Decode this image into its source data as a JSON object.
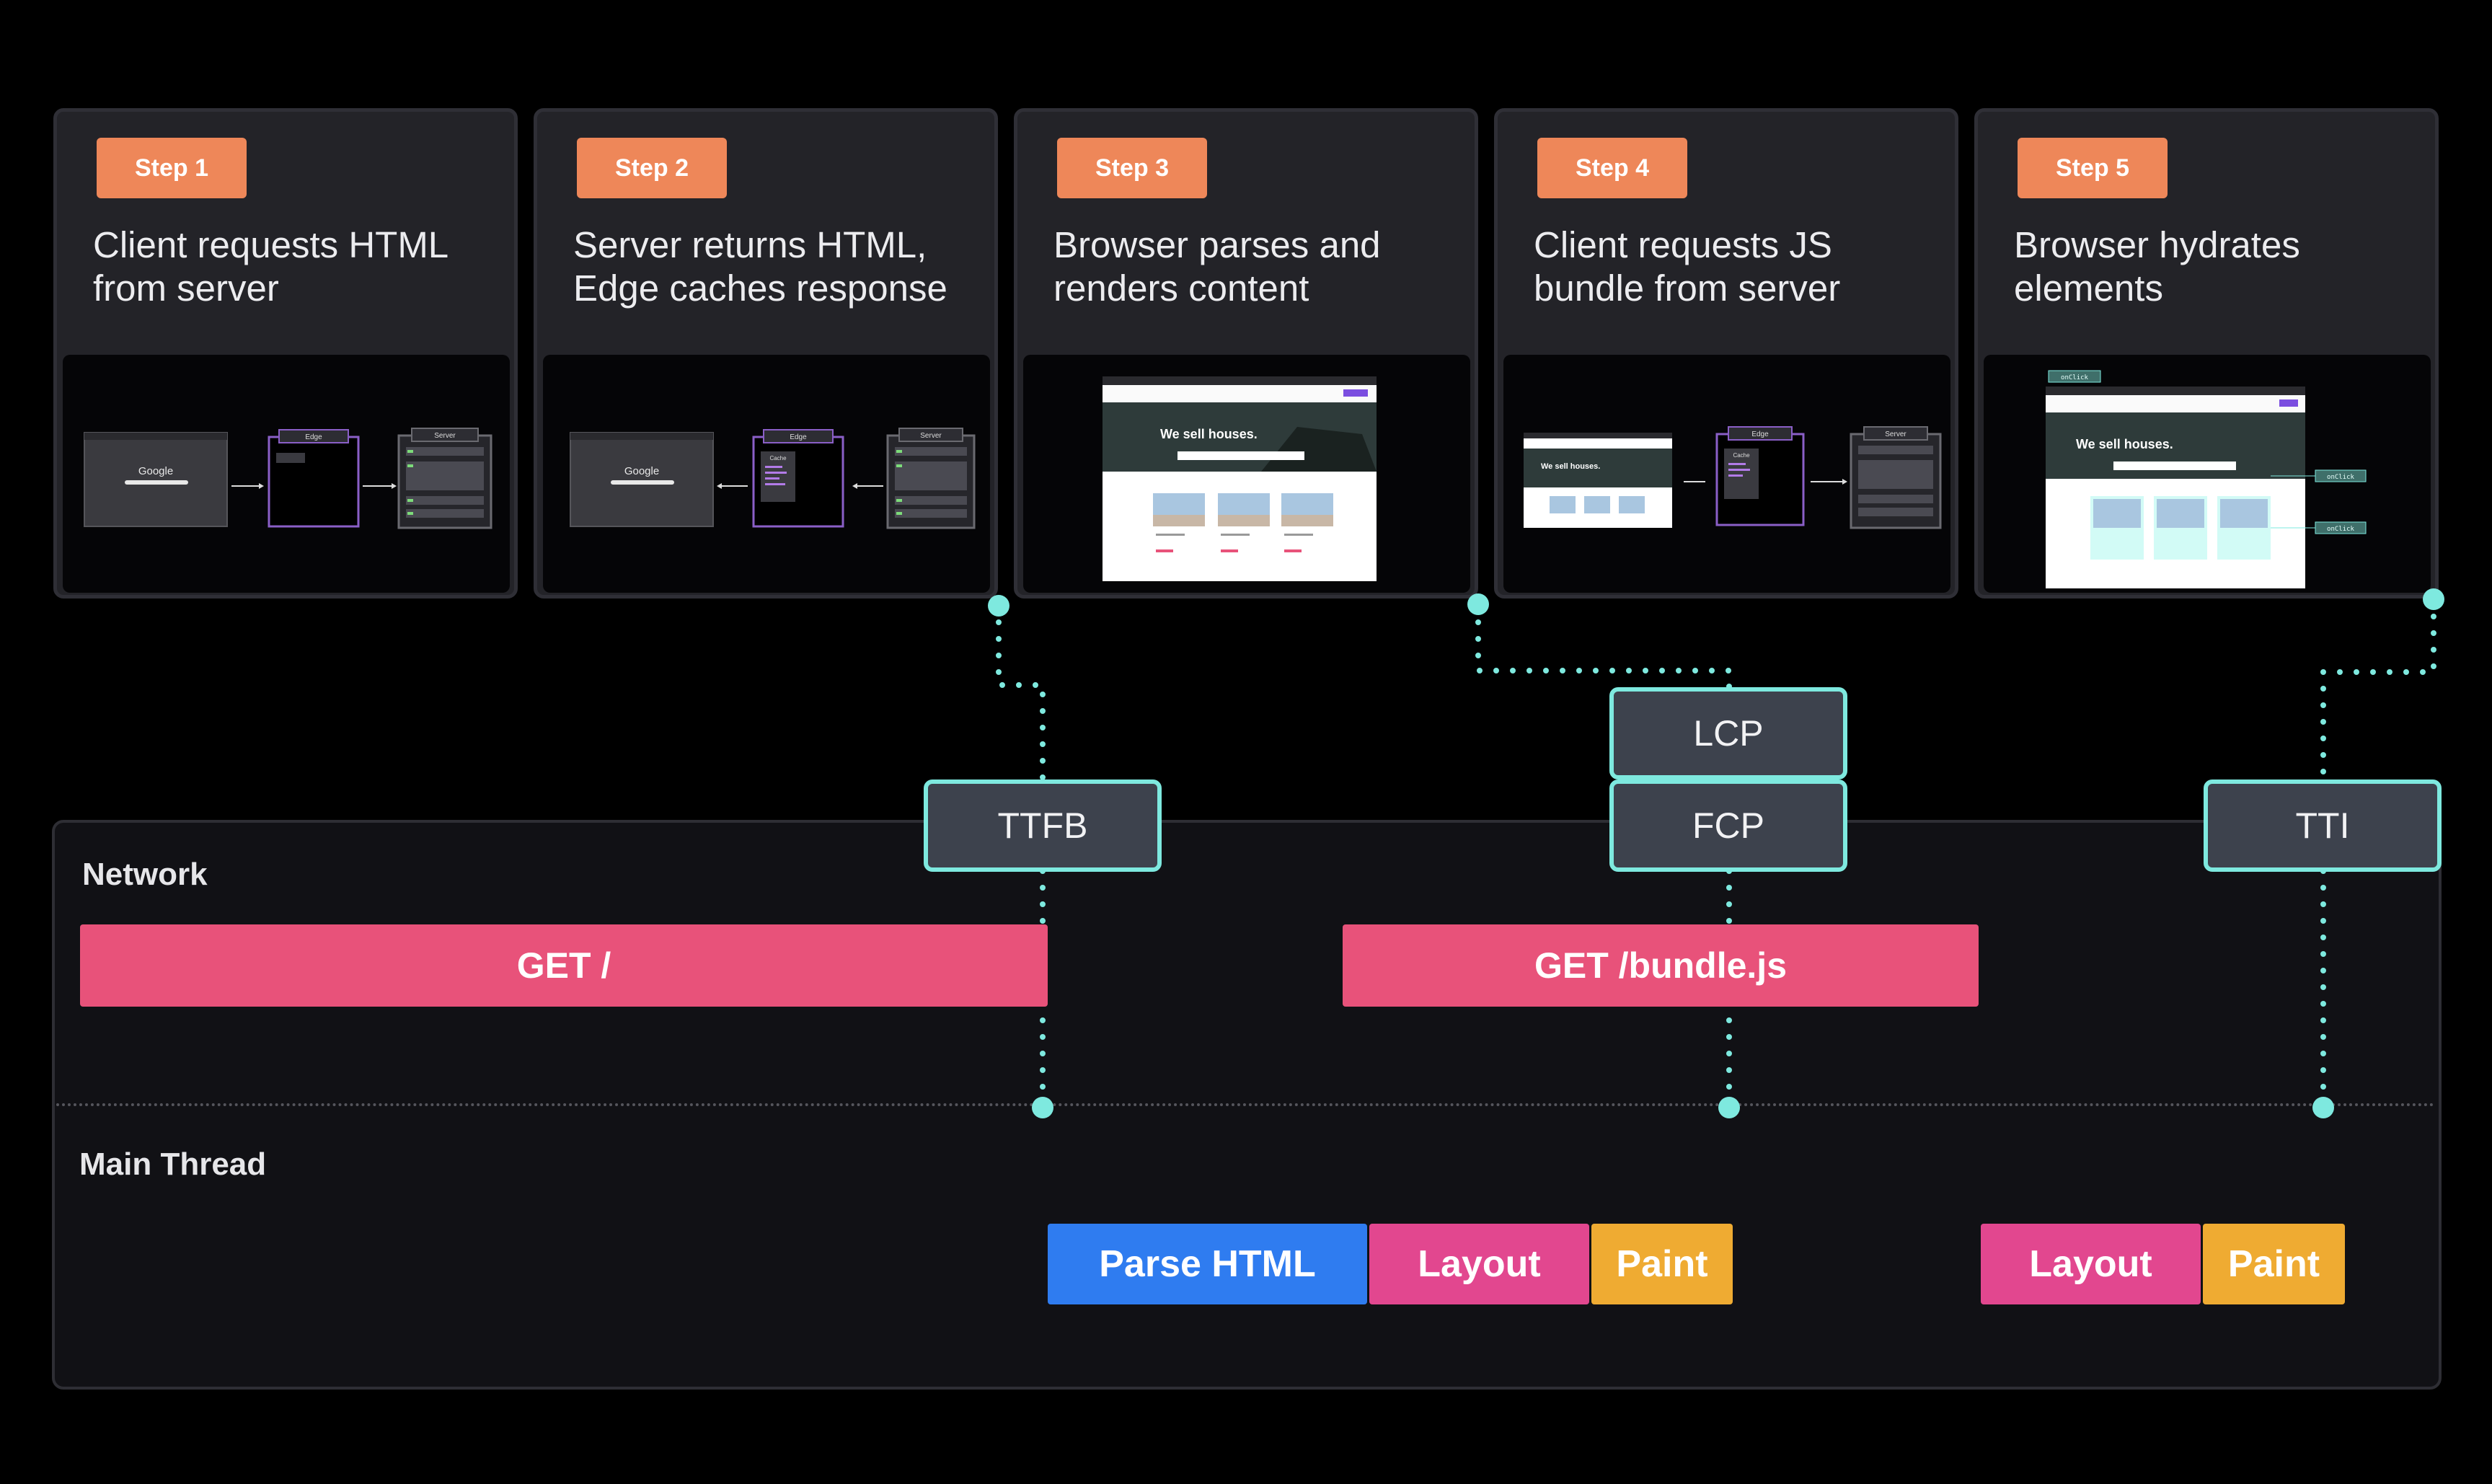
{
  "steps": [
    {
      "badge": "Step 1",
      "title": "Client requests HTML\nfrom server"
    },
    {
      "badge": "Step 2",
      "title": "Server returns HTML,\nEdge caches response"
    },
    {
      "badge": "Step 3",
      "title": "Browser parses and\nrenders content"
    },
    {
      "badge": "Step 4",
      "title": "Client requests JS\nbundle from server"
    },
    {
      "badge": "Step 5",
      "title": "Browser hydrates\nelements"
    }
  ],
  "thumb_text": {
    "google": "Google",
    "edge": "Edge",
    "server": "Server",
    "cache": "Cache",
    "hero": "We sell houses.",
    "onclick": "onClick"
  },
  "timeline": {
    "network_label": "Network",
    "main_label": "Main Thread",
    "network_bars": [
      "GET /",
      "GET /bundle.js"
    ],
    "main_bars": [
      "Parse HTML",
      "Layout",
      "Paint",
      "Layout",
      "Paint"
    ]
  },
  "metrics": [
    "TTFB",
    "LCP",
    "FCP",
    "TTI"
  ],
  "colors": {
    "badge": "#ee8759",
    "network_bar": "#e8527a",
    "parse": "#2f7cf0",
    "layout": "#e2478f",
    "paint": "#efab32",
    "metric_border": "#7ee9df"
  }
}
